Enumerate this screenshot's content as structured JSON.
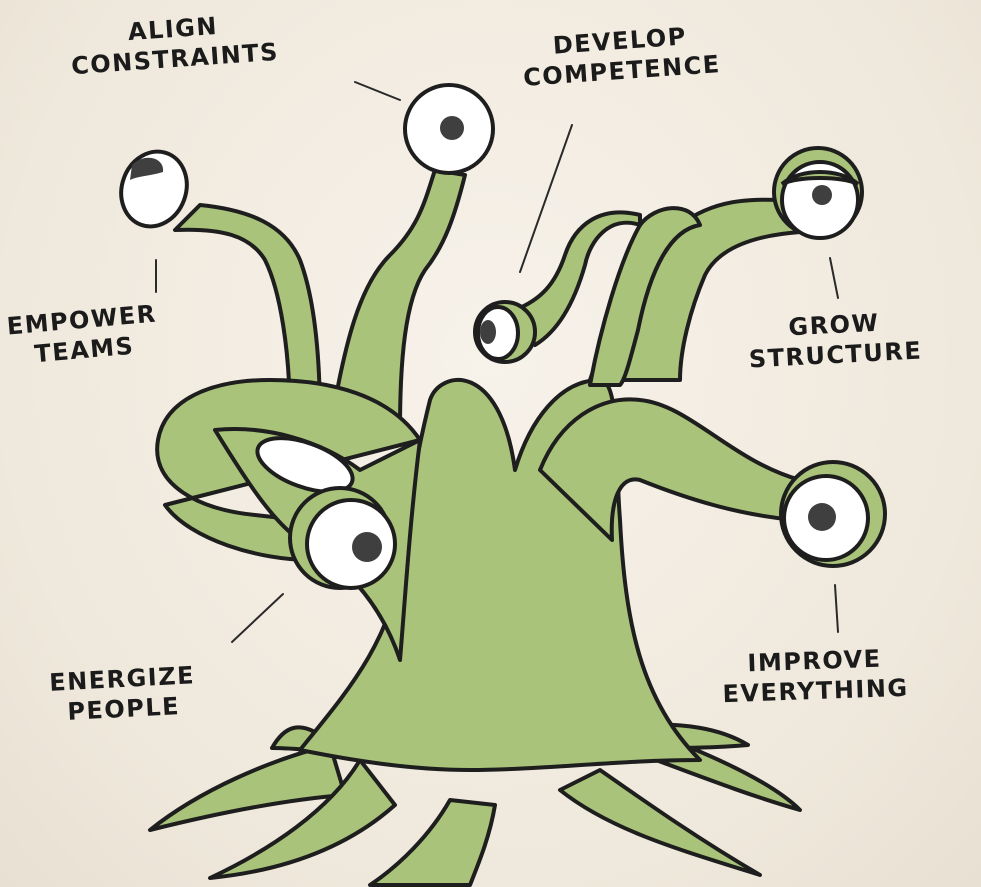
{
  "labels": {
    "align_constraints": [
      "ALIGN",
      "CONSTRAINTS"
    ],
    "develop_competence": [
      "DEVELOP",
      "COMPETENCE"
    ],
    "empower_teams": [
      "EMPOWER",
      "TEAMS"
    ],
    "grow_structure": [
      "GROW",
      "STRUCTURE"
    ],
    "energize_people": [
      "ENERGIZE",
      "PEOPLE"
    ],
    "improve_everything": [
      "IMPROVE",
      "EVERYTHING"
    ]
  },
  "colors": {
    "body_fill": "#a9c47a",
    "outline": "#1e1e1e",
    "eye_white": "#ffffff",
    "pupil": "#3f3f3f",
    "background": "#f3ede3"
  }
}
